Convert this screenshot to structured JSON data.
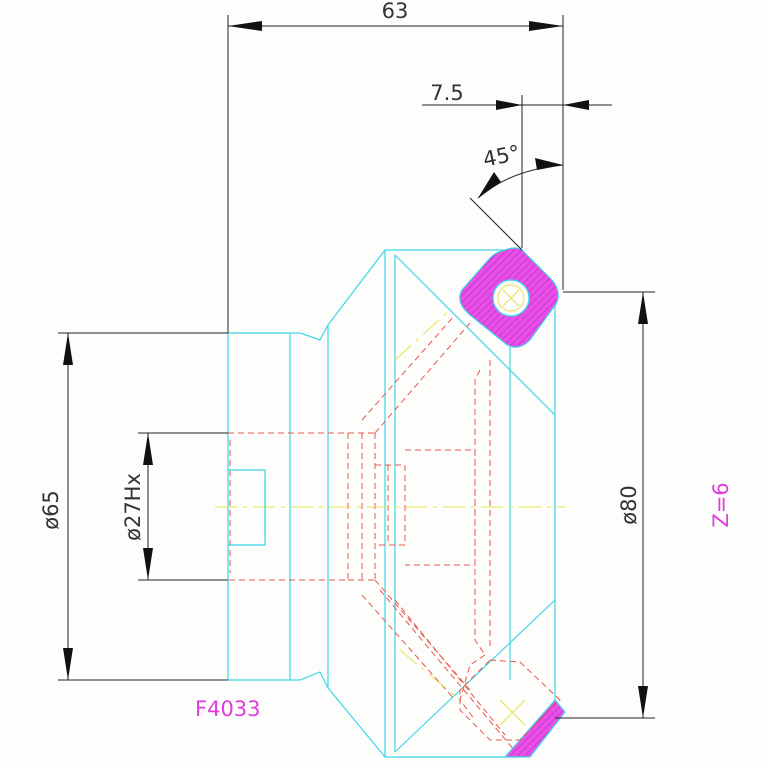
{
  "dimensions": {
    "overall_length": "63",
    "insert_offset": "7.5",
    "lead_angle": "45°",
    "shank_diameter": "ø65",
    "bore_diameter": "ø27Hx",
    "cutting_diameter": "ø80"
  },
  "labels": {
    "part_number": "F4033",
    "teeth_count": "Z=6"
  },
  "colors": {
    "dimension": "#222222",
    "body": "#3fd7e6",
    "hidden": "#e8564e",
    "centerline": "#e6e24a",
    "insert": "#e03ce0"
  }
}
